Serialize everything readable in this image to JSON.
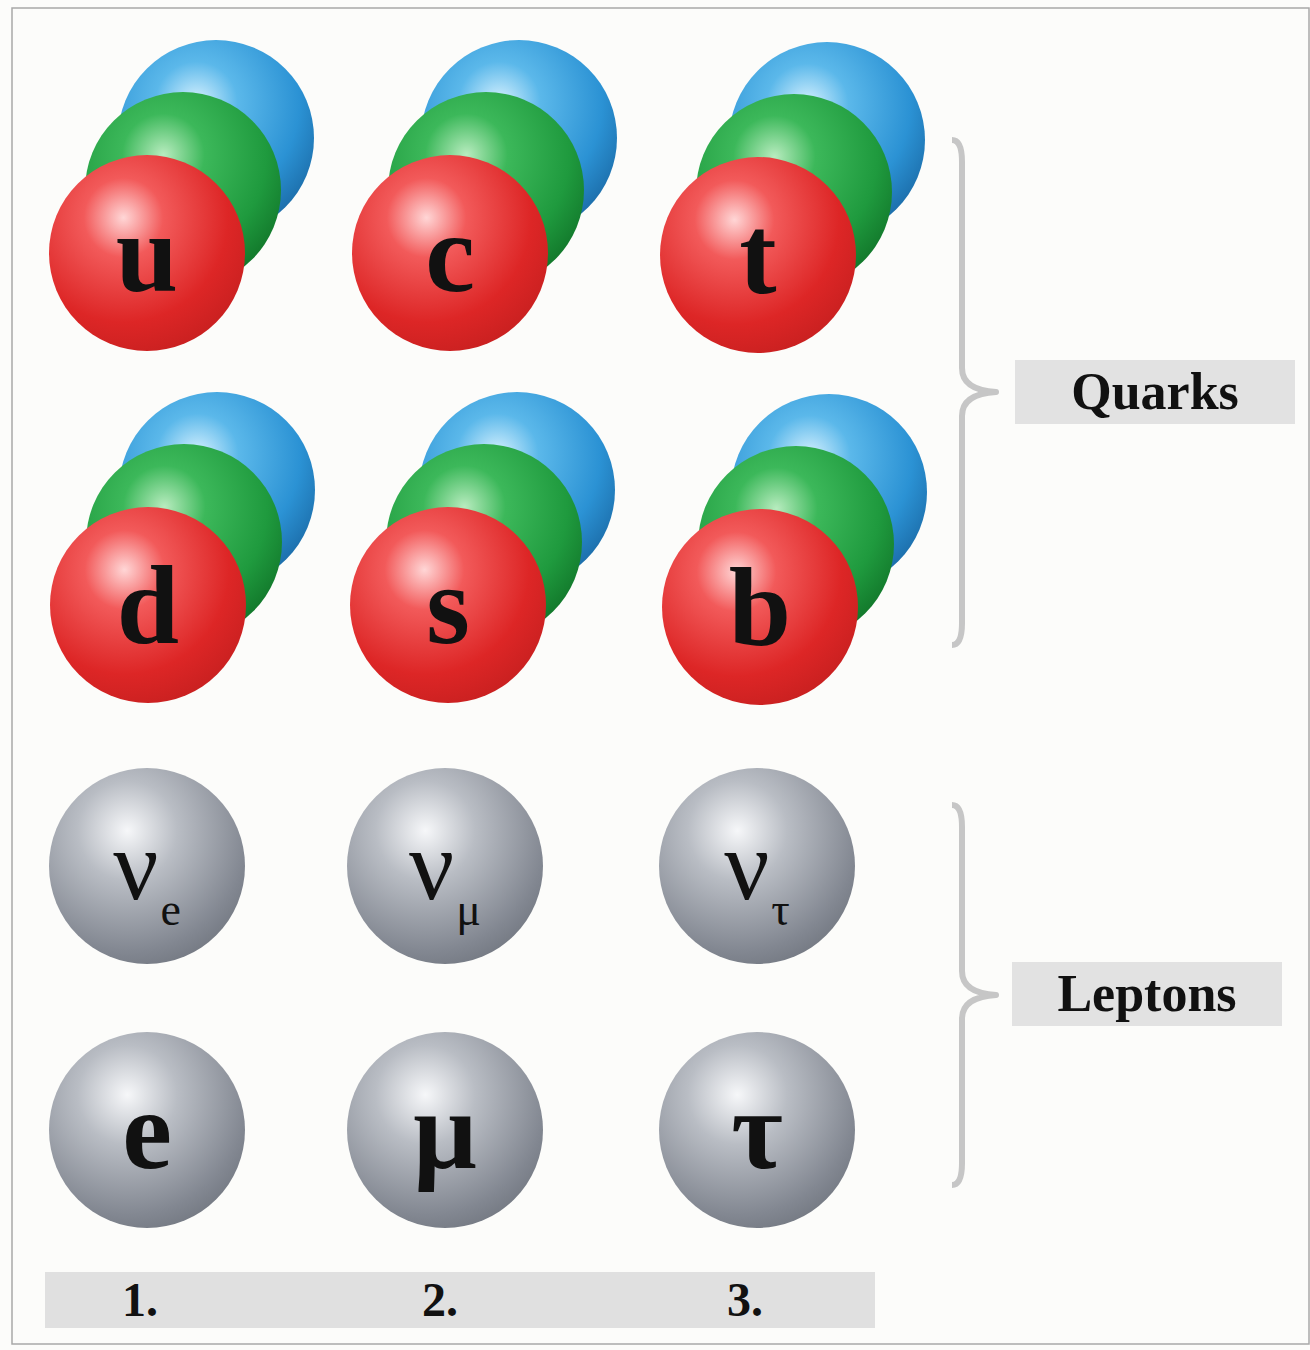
{
  "diagram": {
    "nodes": [
      {
        "text": [
          "u"
        ]
      },
      {
        "text": [
          "c"
        ]
      },
      {
        "text": [
          "t"
        ]
      },
      {
        "text": [
          "Quarks"
        ]
      },
      {
        "text": [
          "d"
        ]
      },
      {
        "text": [
          "s"
        ]
      },
      {
        "text": [
          "b"
        ]
      },
      {
        "text": [
          "ν",
          "e"
        ]
      },
      {
        "text": [
          "ν",
          "μ"
        ]
      },
      {
        "text": [
          "ν",
          "τ"
        ]
      },
      {
        "text": [
          "Leptons"
        ]
      },
      {
        "text": [
          "e"
        ]
      },
      {
        "text": [
          "μ"
        ]
      },
      {
        "text": [
          "τ"
        ]
      },
      {
        "text": [
          "1.",
          "2.",
          "3."
        ]
      }
    ]
  }
}
